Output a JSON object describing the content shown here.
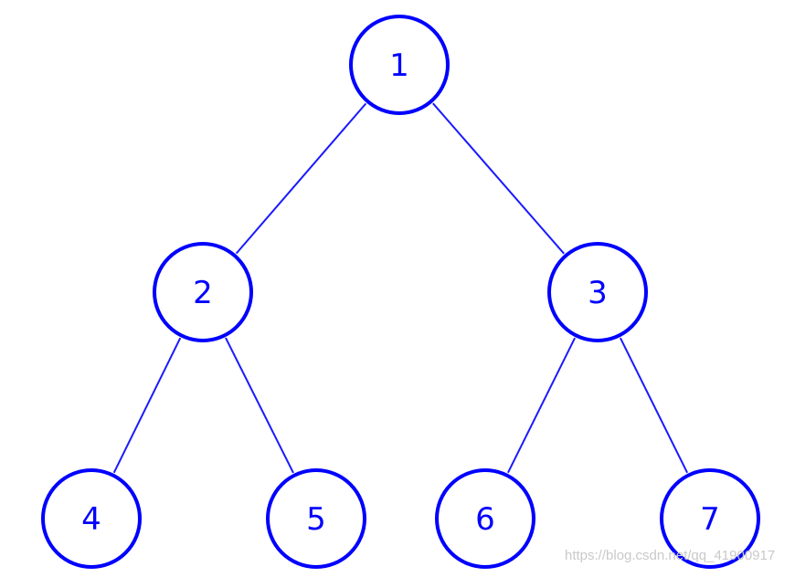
{
  "tree": {
    "nodes": [
      {
        "id": "1",
        "label": "1"
      },
      {
        "id": "2",
        "label": "2"
      },
      {
        "id": "3",
        "label": "3"
      },
      {
        "id": "4",
        "label": "4"
      },
      {
        "id": "5",
        "label": "5"
      },
      {
        "id": "6",
        "label": "6"
      },
      {
        "id": "7",
        "label": "7"
      }
    ],
    "edges": [
      {
        "from": "1",
        "to": "2"
      },
      {
        "from": "1",
        "to": "3"
      },
      {
        "from": "2",
        "to": "4"
      },
      {
        "from": "2",
        "to": "5"
      },
      {
        "from": "3",
        "to": "6"
      },
      {
        "from": "3",
        "to": "7"
      }
    ]
  },
  "colors": {
    "node_stroke": "#0000ff",
    "edge_stroke": "#1a1aff",
    "label": "#0000ff",
    "background": "#ffffff"
  },
  "watermark": "https://blog.csdn.net/qq_41900917"
}
